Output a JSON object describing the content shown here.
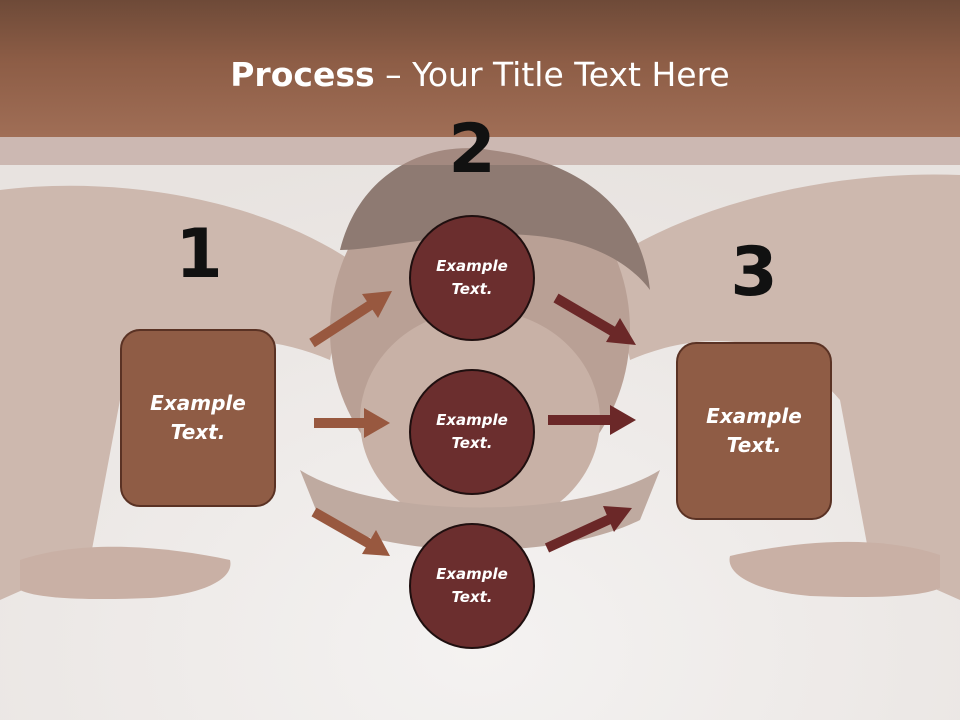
{
  "title": {
    "bold": "Process",
    "rest": " – Your Title Text Here"
  },
  "numbers": [
    "1",
    "2",
    "3"
  ],
  "left_box": {
    "text": "Example\nText."
  },
  "right_box": {
    "text": "Example\nText."
  },
  "circles": [
    {
      "text": "Example\nText."
    },
    {
      "text": "Example\nText."
    },
    {
      "text": "Example\nText."
    }
  ],
  "colors": {
    "header": "#8d5d46",
    "box_fill": "#8f5c45",
    "circle_fill": "#6b2e2e",
    "arrow_light": "#98583f",
    "arrow_dark": "#6b2828"
  }
}
